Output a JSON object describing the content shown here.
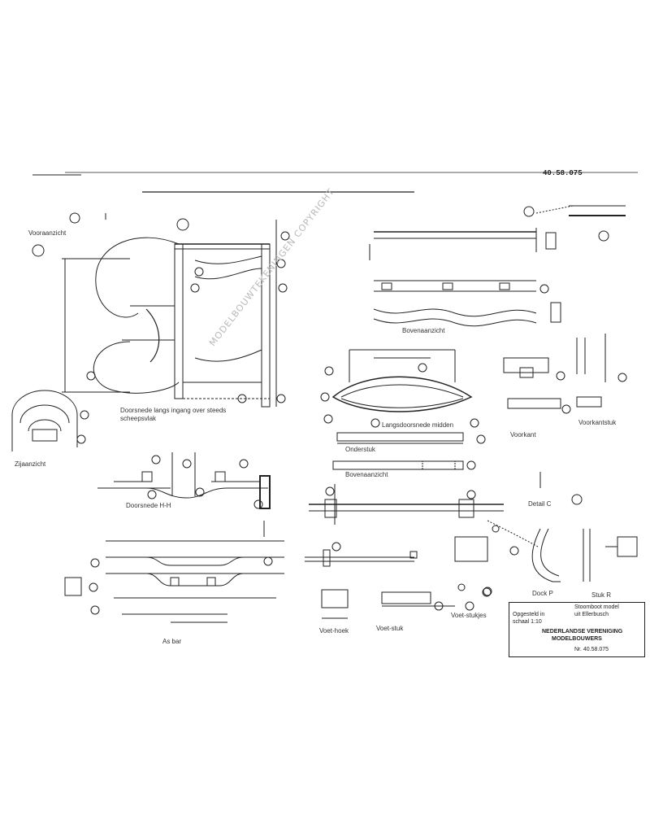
{
  "drawing": {
    "sheet_number": "40.58.075"
  },
  "labels": {
    "vooraanzicht_top": "Vooraanzicht",
    "doorsnede_draaipunt": "Doorsnede langs ingang over steeds",
    "doorsnede_line2": "scheepsvlak",
    "bovenaanzicht": "Bovenaanzicht",
    "doorsnede_hh": "Doorsnede H-H",
    "as_bar": "As bar",
    "detail_center": "Langsdoorsnede midden",
    "onderstuk": "Onderstuk",
    "bovenaanzicht2": "Bovenaanzicht",
    "voorkant": "Voorkant",
    "voor_kantstuk": "Voorkantstuk",
    "zijaanzicht": "Zijaanzicht",
    "voet_hoek": "Voet-hoek",
    "voet_stuk": "Voet-stuk",
    "voet_stuk2": "Voet-stukjes",
    "detail_c": "Detail C",
    "dock_p": "Dock P",
    "stuk_r": "Stuk R"
  },
  "title_block": {
    "row1": "Stoomboot model",
    "row2": "uit Ellerbusch",
    "row3": "Opgesteld in",
    "row4": "schaal 1:10",
    "org_line1": "NEDERLANDSE VERENIGING",
    "org_line2": "MODELBOUWERS",
    "number_label": "Nr. 40.58.075"
  },
  "watermark": "MODELBOUWTEKENINGEN COPYRIGHT"
}
